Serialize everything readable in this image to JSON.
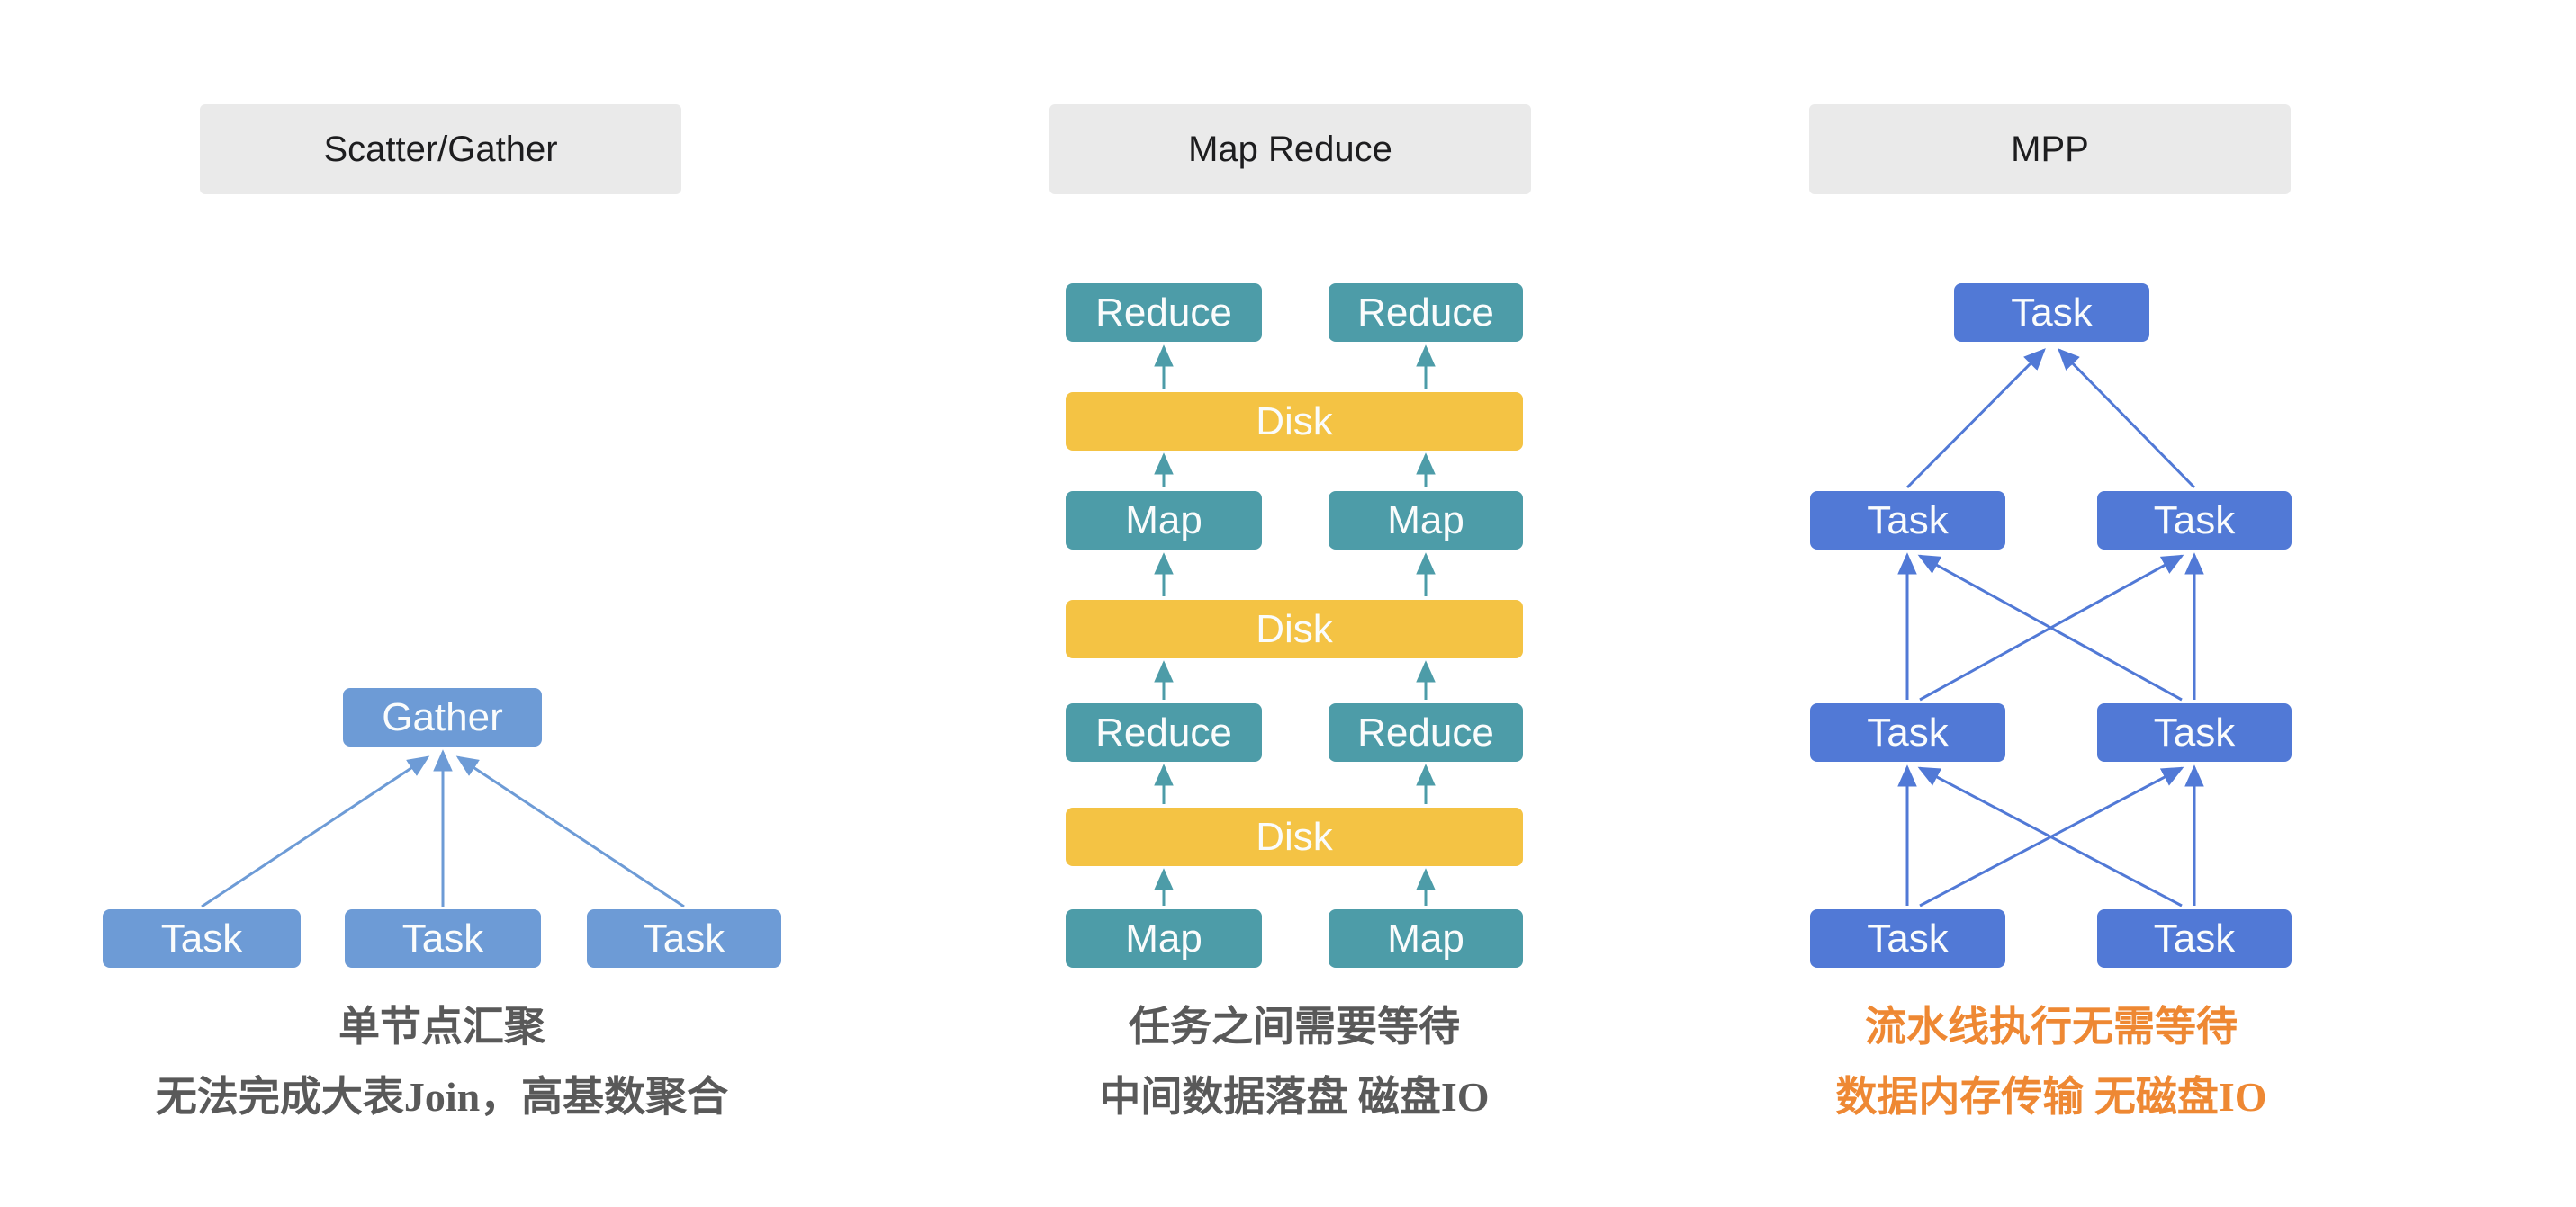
{
  "headers": [
    "Scatter/Gather",
    "Map Reduce",
    "MPP"
  ],
  "scatter_gather": {
    "gather": "Gather",
    "tasks": [
      "Task",
      "Task",
      "Task"
    ],
    "caption": [
      "单节点汇聚",
      "无法完成大表Join，高基数聚合"
    ]
  },
  "map_reduce": {
    "rows": [
      [
        "Reduce",
        "Reduce"
      ],
      [
        "Disk"
      ],
      [
        "Map",
        "Map"
      ],
      [
        "Disk"
      ],
      [
        "Reduce",
        "Reduce"
      ],
      [
        "Disk"
      ],
      [
        "Map",
        "Map"
      ]
    ],
    "caption": [
      "任务之间需要等待",
      "中间数据落盘 磁盘IO"
    ]
  },
  "mpp": {
    "top": "Task",
    "rows": [
      [
        "Task",
        "Task"
      ],
      [
        "Task",
        "Task"
      ],
      [
        "Task",
        "Task"
      ]
    ],
    "caption": [
      "流水线执行无需等待",
      "数据内存传输 无磁盘IO"
    ]
  },
  "colors": {
    "header_bg": "#EAEAEA",
    "scatter_blue": "#6D9BD6",
    "teal": "#4D9CA8",
    "disk_yellow": "#F4C344",
    "mpp_blue": "#5179D6",
    "caption_gray": "#595959",
    "caption_orange": "#EE8833"
  }
}
